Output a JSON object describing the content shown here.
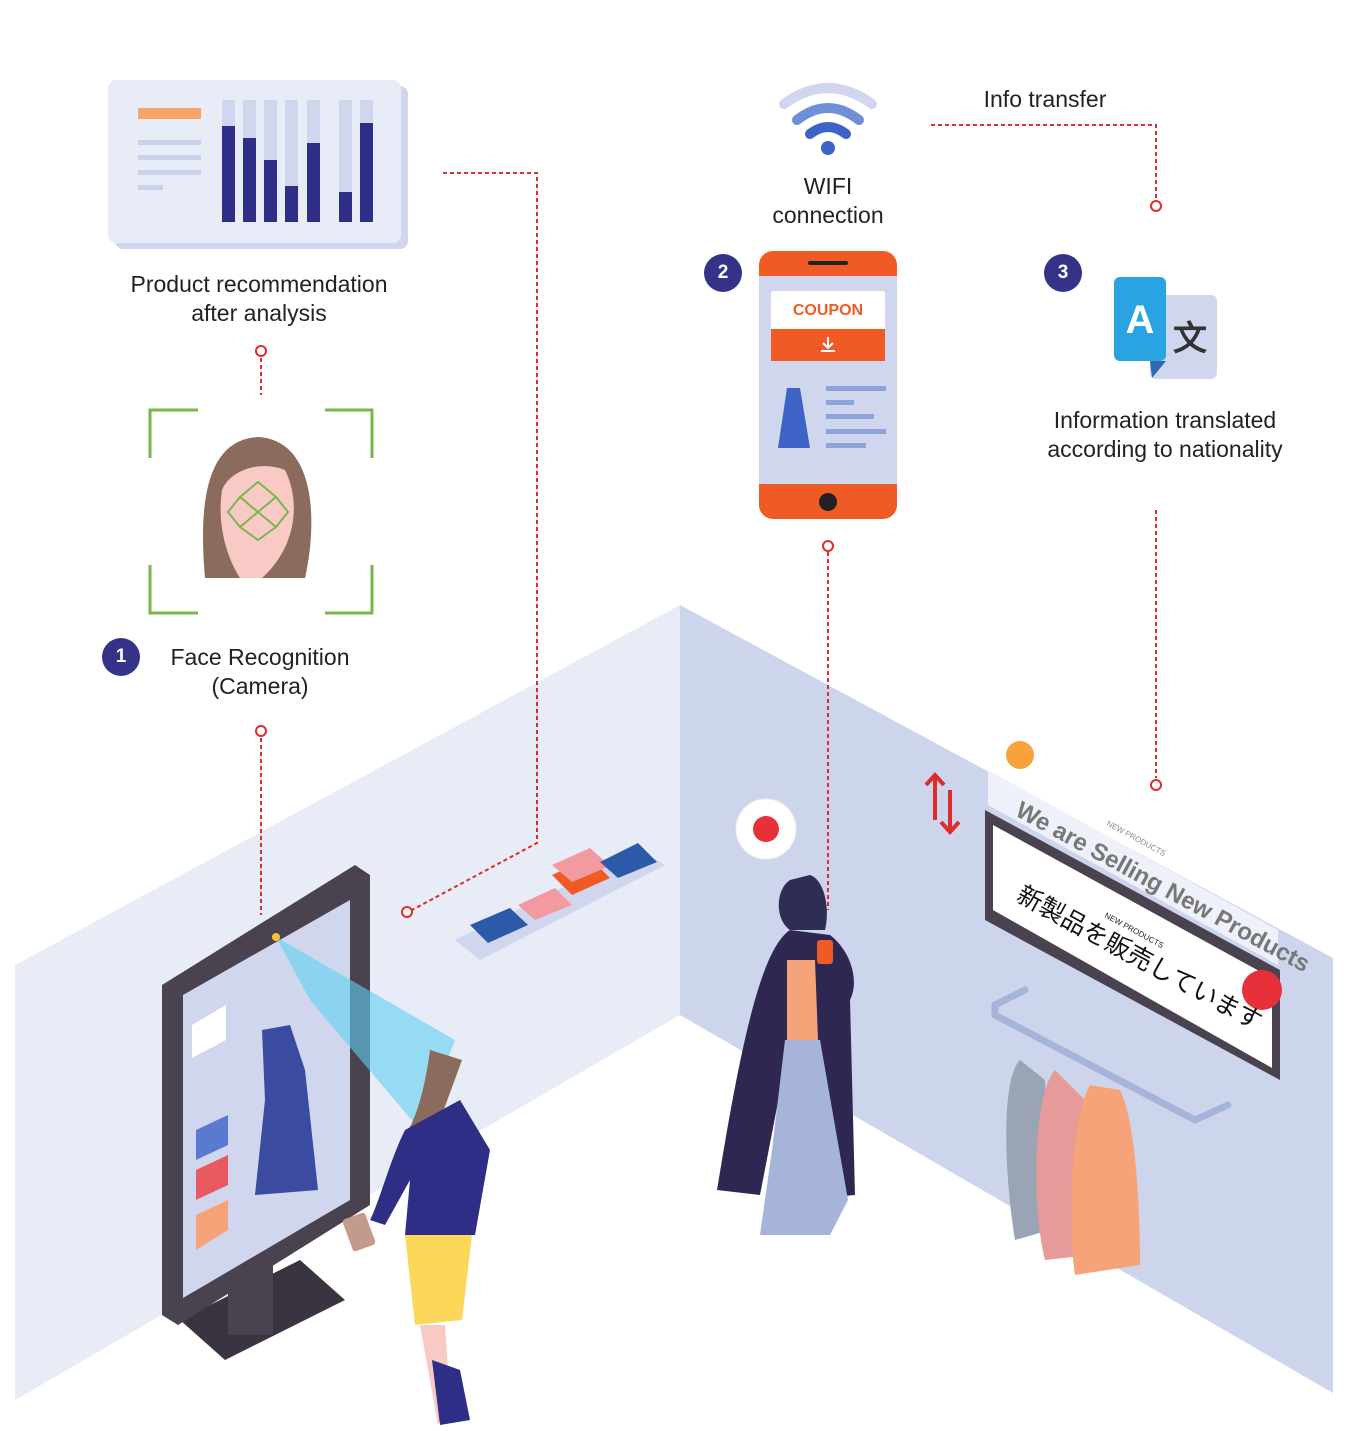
{
  "steps": [
    {
      "number": "1",
      "label_line1": "Face Recognition",
      "label_line2": "(Camera)"
    },
    {
      "number": "2",
      "label_line1": "WIFI",
      "label_line2": "connection"
    },
    {
      "number": "3",
      "label_line1": "Information translated",
      "label_line2": "according to nationality"
    }
  ],
  "analysis": {
    "label_line1": "Product recommendation",
    "label_line2": "after analysis"
  },
  "info_transfer": "Info transfer",
  "phone": {
    "coupon_label": "COUPON"
  },
  "sign": {
    "headline_en": "We are Selling New Products",
    "small_en": "NEW PRODUCTS",
    "headline_jp": "新製品を販売しています",
    "small_jp": "NEW PRODUCTS"
  },
  "colors": {
    "accent": "#353388",
    "orange": "#f05a24",
    "dotted_line": "#e02b2b",
    "face_frame": "#7ab648"
  }
}
